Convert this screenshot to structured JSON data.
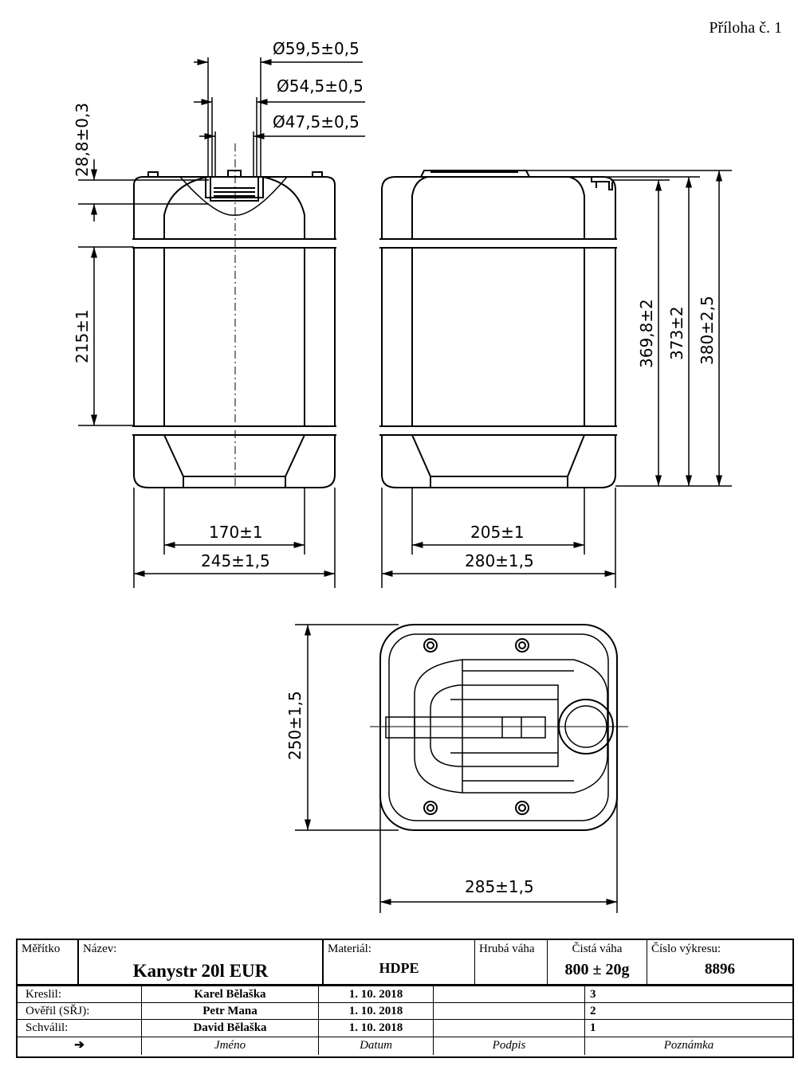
{
  "header": {
    "appendix": "Příloha č. 1"
  },
  "dimensions": {
    "neck_outer": "Ø59,5±0,5",
    "neck_mid": "Ø54,5±0,5",
    "neck_inner": "Ø47,5±0,5",
    "neck_height": "28,8±0,3",
    "label_height": "215±1",
    "front_inner_width": "170±1",
    "front_width": "245±1,5",
    "side_inner_width": "205±1",
    "side_width": "280±1,5",
    "height_1": "369,8±2",
    "height_2": "373±2",
    "height_3": "380±2,5",
    "top_depth": "250±1,5",
    "top_width": "285±1,5"
  },
  "title_block": {
    "scale_label": "Měřítko",
    "name_label": "Název:",
    "name_value": "Kanystr 20l EUR",
    "material_label": "Materiál:",
    "material_value": "HDPE",
    "gross_weight_label": "Hrubá váha",
    "net_weight_label": "Čistá váha",
    "net_weight_value": "800 ± 20g",
    "drawing_no_label": "Číslo výkresu:",
    "drawing_no_value": "8896",
    "rows": [
      {
        "role": "Kreslil:",
        "name": "Karel Bělaška",
        "date": "1. 10. 2018",
        "signature": "",
        "note": "3"
      },
      {
        "role": "Ověřil (SŘJ):",
        "name": "Petr Mana",
        "date": "1. 10. 2018",
        "signature": "",
        "note": "2"
      },
      {
        "role": "Schválil:",
        "name": "David Bělaška",
        "date": "1. 10. 2018",
        "signature": "",
        "note": "1"
      }
    ],
    "footer": {
      "arrow": "➔",
      "name": "Jméno",
      "date": "Datum",
      "signature": "Podpis",
      "note": "Poznámka"
    }
  }
}
